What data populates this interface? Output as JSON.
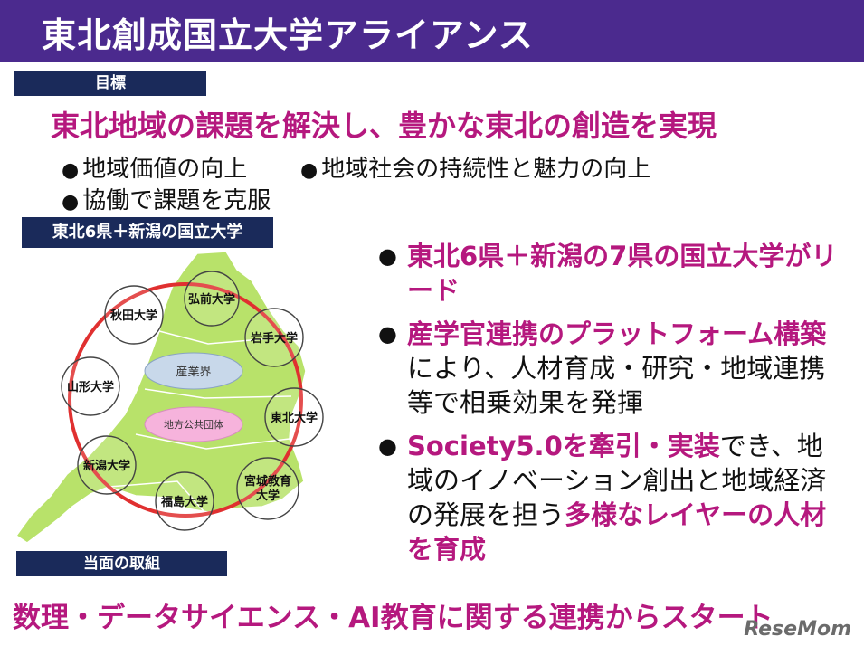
{
  "header": {
    "title": "東北創成国立大学アライアンス"
  },
  "goal": {
    "label": "目標",
    "main": "東北地域の課題を解決し、豊かな東北の創造を実現",
    "items": [
      "地域価値の向上",
      "地域社会の持続性と魅力の向上",
      "協働で課題を克服"
    ],
    "bullet_glyph": "●"
  },
  "universities": {
    "label": "東北6県＋新潟の国立大学",
    "nodes": [
      "弘前大学",
      "岩手大学",
      "東北大学",
      "宮城教育大学",
      "福島大学",
      "新潟大学",
      "山形大学",
      "秋田大学"
    ],
    "center_top": "産業界",
    "center_bottom": "地方公共団体"
  },
  "bullets": [
    {
      "parts": [
        {
          "text": "東北6県＋新潟の7県の国立大学がリード",
          "hl": true
        }
      ]
    },
    {
      "parts": [
        {
          "text": "産学官連携のプラットフォーム構築",
          "hl": true
        },
        {
          "text": "により、人材育成・研究・地域連携等で相乗効果を発揮",
          "hl": false
        }
      ]
    },
    {
      "parts": [
        {
          "text": "Society5.0を牽引・実装",
          "hl": true
        },
        {
          "text": "でき、地域のイノベーション創出と地域経済の発展を担う",
          "hl": false
        },
        {
          "text": "多様なレイヤーの人材を育成",
          "hl": true
        }
      ]
    }
  ],
  "current": {
    "label": "当面の取組"
  },
  "bottom_line": "数理・データサイエンス・AI教育に関する連携からスタート",
  "logo": "ReseMom",
  "colors": {
    "header": "#4b2a8e",
    "accent": "#b5187e",
    "navy": "#1a2a5a",
    "map_green": "#b8e26a"
  }
}
